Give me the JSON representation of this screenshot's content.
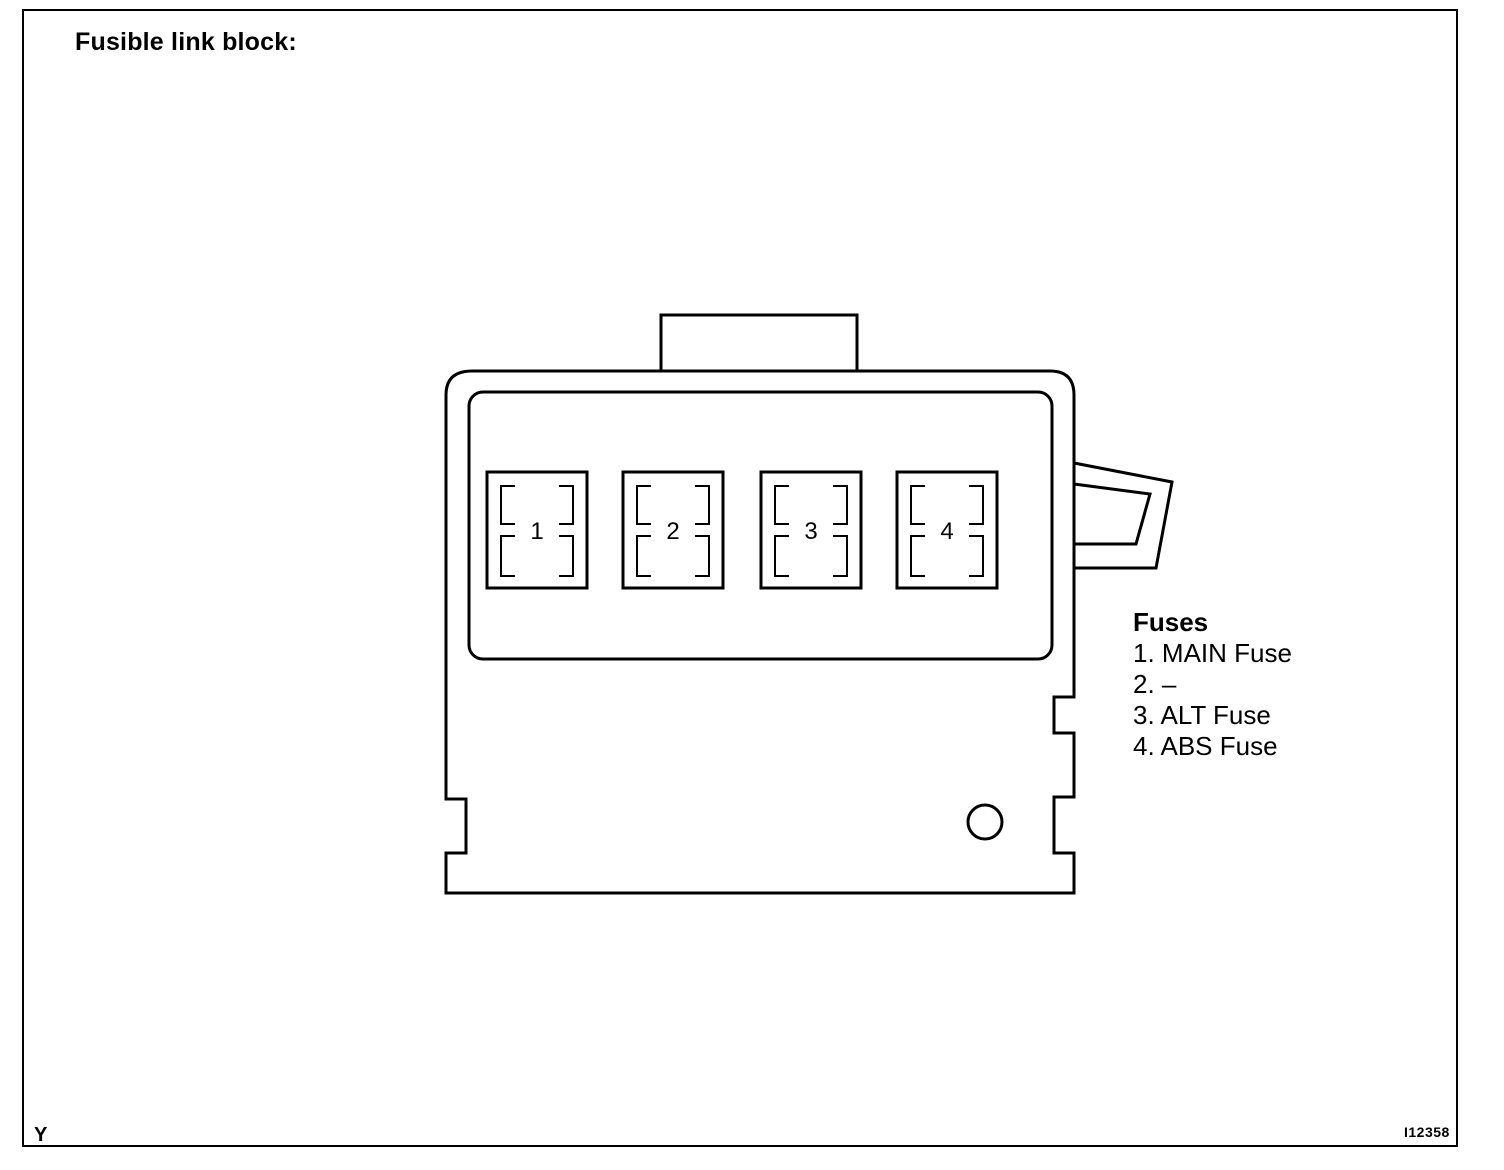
{
  "title": "Fusible link block:",
  "fuse_slots": [
    {
      "number": "1"
    },
    {
      "number": "2"
    },
    {
      "number": "3"
    },
    {
      "number": "4"
    }
  ],
  "legend": {
    "title": "Fuses",
    "items": [
      "1. MAIN Fuse",
      "2. –",
      "3. ALT Fuse",
      "4. ABS Fuse"
    ]
  },
  "corner_left": "Y",
  "corner_right": "I12358"
}
